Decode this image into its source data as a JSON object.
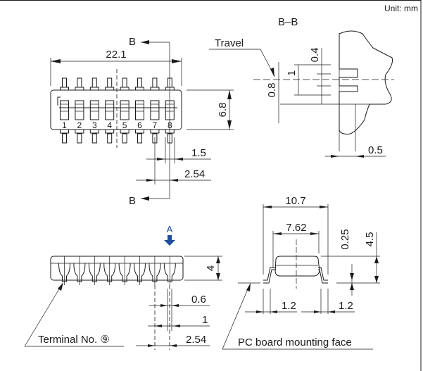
{
  "unit_label": "Unit: mm",
  "top_view": {
    "section_marker": "B",
    "width_dim": "22.1",
    "height_dim": "6.8",
    "pin_width_dim": "1.5",
    "pitch_dim": "2.54",
    "switch_numbers": [
      "1",
      "2",
      "3",
      "4",
      "5",
      "6",
      "7",
      "8"
    ]
  },
  "section_view": {
    "title": "B–B",
    "travel_label": "Travel",
    "dims": {
      "d04": "0.4",
      "d1": "1",
      "d08": "0.8",
      "d05": "0.5"
    }
  },
  "side_view": {
    "arrow_label": "A",
    "arrow_color": "#1f4e9c",
    "height_dim": "4",
    "dims": {
      "d06": "0.6",
      "d1": "1",
      "pitch": "2.54"
    },
    "terminal_label": "Terminal No. ⑨"
  },
  "front_view": {
    "width_dim": "10.7",
    "row_dim": "7.62",
    "standoff_dim": "0.25",
    "height_dim": "4.5",
    "lead_left_dim": "1.2",
    "lead_right_dim": "1.2",
    "mount_label": "PC board mounting face"
  }
}
